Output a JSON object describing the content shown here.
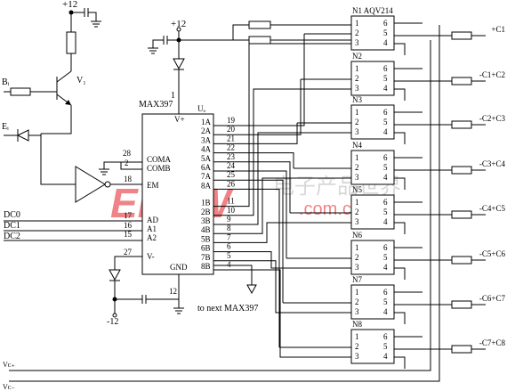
{
  "watermark": {
    "logo": "EEPW",
    "chinese": "电子产品世界",
    "domain": ".com.cn"
  },
  "labels": {
    "supply_left": "+12",
    "supply_center": "+12",
    "supply_negative": "-12",
    "transistor": "V₁",
    "base_input": "Bᵢ",
    "emitter_input": "Eᵢ",
    "next_max397": "to next MAX397"
  },
  "max397": {
    "title": "MAX397",
    "uo": "Uₒ",
    "vplus": "V+",
    "vplus_pin": "1",
    "coma": "COMA",
    "comb": "COMB",
    "em": "EM",
    "ad": "AD",
    "a1": "A1",
    "a2": "A2",
    "vminus": "V-",
    "gnd": "GND",
    "pin_coma": "28",
    "pin_comb": "2",
    "pin_em": "18",
    "pin_ad": "17",
    "pin_a1": "16",
    "pin_a2": "15",
    "pin_vminus": "27",
    "pin_gnd": "12",
    "right_pins": [
      {
        "name": "1A",
        "num": "19"
      },
      {
        "name": "2A",
        "num": "20"
      },
      {
        "name": "3A",
        "num": "21"
      },
      {
        "name": "4A",
        "num": "22"
      },
      {
        "name": "5A",
        "num": "23"
      },
      {
        "name": "6A",
        "num": "24"
      },
      {
        "name": "7A",
        "num": "25"
      },
      {
        "name": "8A",
        "num": "26"
      },
      {
        "name": "1B",
        "num": "11"
      },
      {
        "name": "2B",
        "num": "10"
      },
      {
        "name": "3B",
        "num": "9"
      },
      {
        "name": "4B",
        "num": "8"
      },
      {
        "name": "5B",
        "num": "7"
      },
      {
        "name": "6B",
        "num": "6"
      },
      {
        "name": "7B",
        "num": "5"
      },
      {
        "name": "8B",
        "num": "4"
      }
    ]
  },
  "inputs": [
    "DC0",
    "DC1",
    "DC2"
  ],
  "relays": [
    {
      "label": "N1 AQV214",
      "output": "+C1"
    },
    {
      "label": "N2",
      "output": "-C1+C2"
    },
    {
      "label": "N3",
      "output": "-C2+C3"
    },
    {
      "label": "N4",
      "output": "-C3+C4"
    },
    {
      "label": "N5",
      "output": "-C4+C5"
    },
    {
      "label": "N6",
      "output": "-C5+C6"
    },
    {
      "label": "N7",
      "output": "-C6+C7"
    },
    {
      "label": "N8",
      "output": "-C7+C8"
    }
  ],
  "relay_pins": {
    "left": [
      "1",
      "2",
      "3"
    ],
    "right": [
      "6",
      "5",
      "4"
    ]
  },
  "bus": [
    "Vᴄ₊",
    "Vᴄ₋"
  ]
}
